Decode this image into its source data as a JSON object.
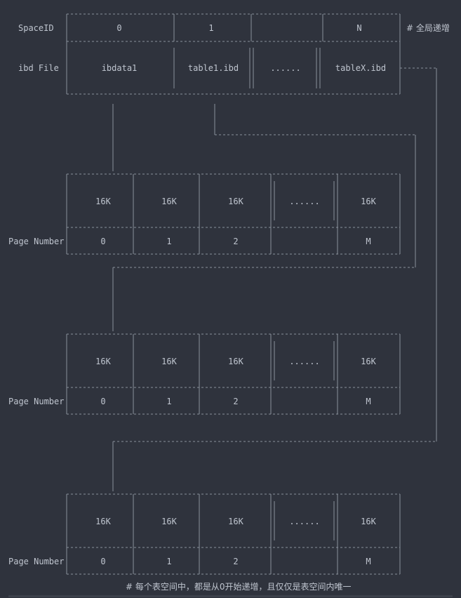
{
  "colors": {
    "background": "#2f333d",
    "line": "#8a909b",
    "text": "#bfc5cf"
  },
  "header": {
    "space_id_label": "SpaceID",
    "space_ids": [
      "0",
      "1",
      "",
      "N"
    ],
    "space_id_note": "# 全局递增",
    "ibd_file_label": "ibd File",
    "ibd_files": [
      "ibdata1",
      "table1.ibd",
      "......",
      "tableX.ibd"
    ]
  },
  "page_groups": [
    {
      "page_sizes": [
        "16K",
        "16K",
        "16K",
        "......",
        "16K"
      ],
      "page_number_label": "Page Number",
      "page_numbers": [
        "0",
        "1",
        "2",
        "",
        "M"
      ]
    },
    {
      "page_sizes": [
        "16K",
        "16K",
        "16K",
        "......",
        "16K"
      ],
      "page_number_label": "Page Number",
      "page_numbers": [
        "0",
        "1",
        "2",
        "",
        "M"
      ]
    },
    {
      "page_sizes": [
        "16K",
        "16K",
        "16K",
        "......",
        "16K"
      ],
      "page_number_label": "Page Number",
      "page_numbers": [
        "0",
        "1",
        "2",
        "",
        "M"
      ]
    }
  ],
  "footer_note": "# 每个表空间中，都是从0开始递增，且仅仅是表空间内唯一"
}
